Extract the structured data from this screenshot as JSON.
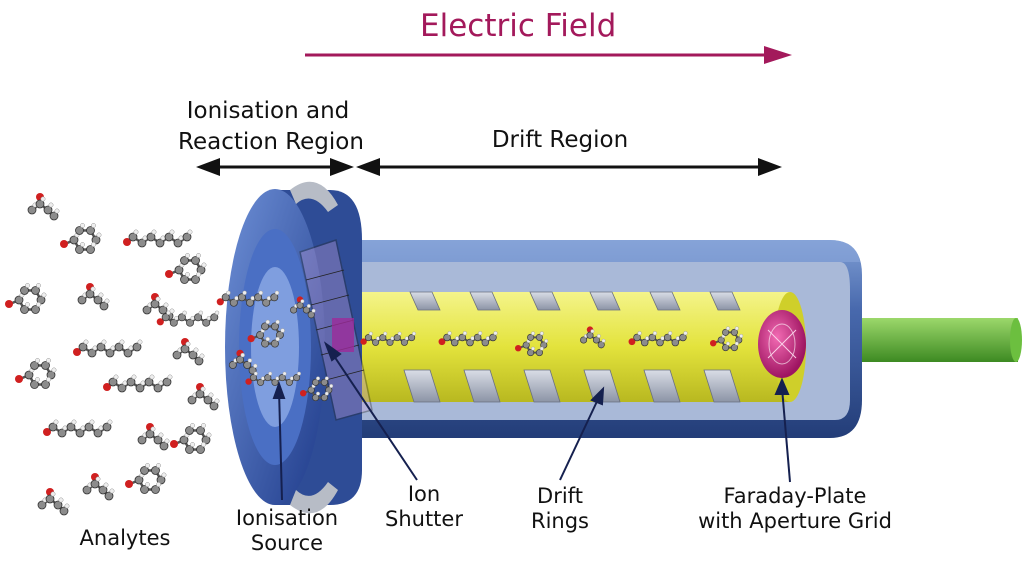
{
  "title": "Electric Field",
  "regions": {
    "ionisation_line1": "Ionisation and",
    "ionisation_line2": "Reaction Region",
    "drift": "Drift Region"
  },
  "labels": {
    "analytes": "Analytes",
    "source_line1": "Ionisation",
    "source_line2": "Source",
    "shutter_line1": "Ion",
    "shutter_line2": "Shutter",
    "rings_line1": "Drift",
    "rings_line2": "Rings",
    "faraday_line1": "Faraday-Plate",
    "faraday_line2": "with Aperture Grid"
  },
  "colors": {
    "field_arrow": "#a3195b",
    "tube_outer": "#3f63a6",
    "tube_inner": "#e8e84a",
    "collector": "#d42a86",
    "wire": "#5aa832"
  }
}
